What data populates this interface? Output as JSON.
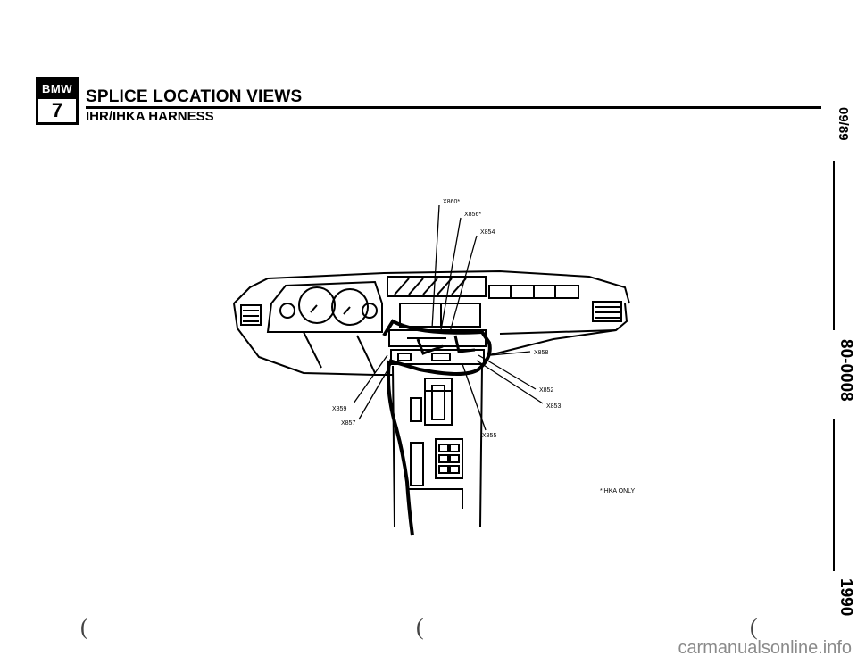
{
  "header": {
    "logo_top": "BMW",
    "logo_number": "7",
    "title": "SPLICE LOCATION VIEWS",
    "subtitle": "IHR/IHKA HARNESS"
  },
  "diagram": {
    "labels": [
      "X860*",
      "X856*",
      "X854",
      "X858",
      "X852",
      "X853",
      "X855",
      "X859",
      "X857"
    ],
    "note": "*IHKA ONLY"
  },
  "side_margin": {
    "date": "09/89",
    "page": "80-0008",
    "year": "1990"
  },
  "footer": {
    "watermark": "carmanualsonline.info"
  }
}
